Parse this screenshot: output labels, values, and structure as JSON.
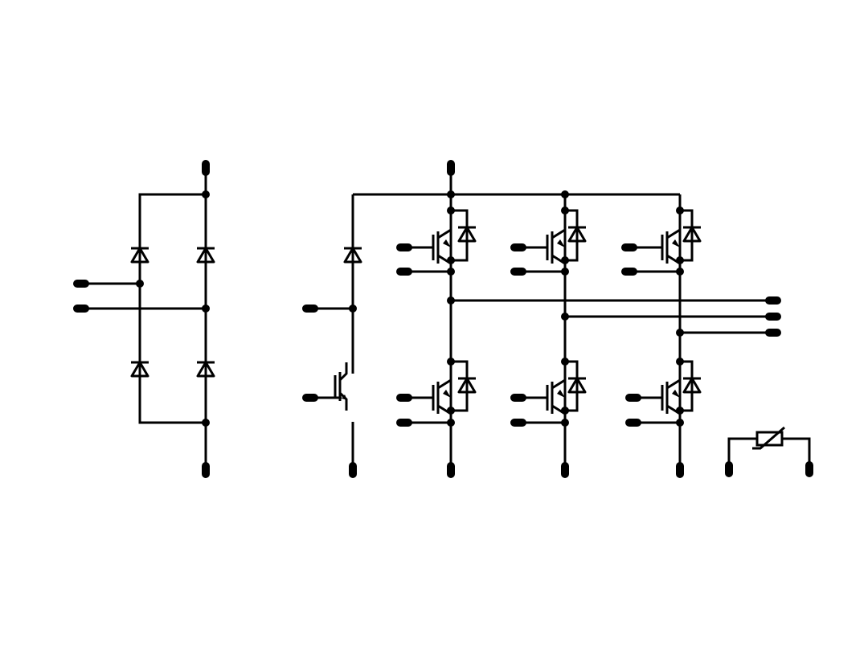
{
  "diagram": {
    "type": "circuit-schematic",
    "colors": {
      "background": "#ffffff",
      "stroke": "#000000"
    },
    "sections": [
      {
        "id": "input-rectifier",
        "components": [
          "diode-bridge-4"
        ]
      },
      {
        "id": "brake-chopper",
        "components": [
          "diode",
          "igbt"
        ]
      },
      {
        "id": "three-phase-inverter",
        "components": [
          "igbt-with-diode-6"
        ]
      },
      {
        "id": "temperature-sensor",
        "components": [
          "ntc-thermistor"
        ]
      }
    ]
  }
}
